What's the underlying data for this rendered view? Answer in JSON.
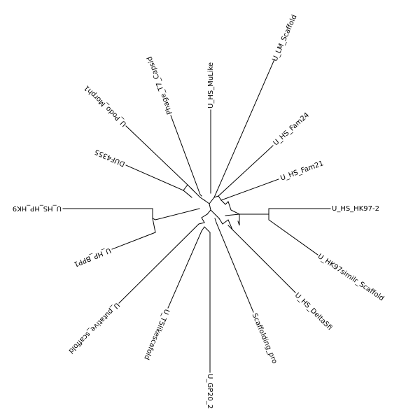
{
  "tree": {
    "layout": "unrooted",
    "line_color": "#000000",
    "background": "#ffffff",
    "leaves": [
      {
        "id": "lm",
        "label": "U_LM_Scaffold"
      },
      {
        "id": "mulike",
        "label": "U_HS_MuLike"
      },
      {
        "id": "phage",
        "label": "Phage_T7_Capsid"
      },
      {
        "id": "podo",
        "label": "U_Podo_Morph1"
      },
      {
        "id": "duf",
        "label": "DUF4355"
      },
      {
        "id": "hp_hk9",
        "label": "U_HS_HP_HK9"
      },
      {
        "id": "bpp",
        "label": "U_HP_BPP1"
      },
      {
        "id": "putative",
        "label": "U_putative_scaffold"
      },
      {
        "id": "t5",
        "label": "U_T5likescafold"
      },
      {
        "id": "gp20",
        "label": "U_GP20_2"
      },
      {
        "id": "scaff",
        "label": "Scaffolding_pro"
      },
      {
        "id": "delta",
        "label": "U_HS_DeltaSfi"
      },
      {
        "id": "hk97sim",
        "label": "U_HK97similr_Scaffold"
      },
      {
        "id": "hk97",
        "label": "U_HS_HK97-2"
      },
      {
        "id": "fam21",
        "label": "U_HS_Fam21"
      },
      {
        "id": "fam24",
        "label": "U_HS_Fam24"
      }
    ]
  }
}
